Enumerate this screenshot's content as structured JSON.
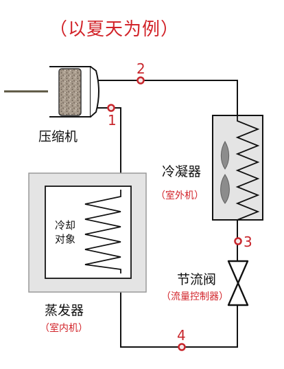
{
  "title": "（以夏天为例）",
  "components": {
    "compressor": "压缩机",
    "condenser": "冷凝器",
    "condenser_note": "（室外机）",
    "evaporator": "蒸发器",
    "evaporator_note": "（室内机）",
    "throttle": "节流阀",
    "throttle_note": "（流量控制器）",
    "cooling_object": "冷却对象"
  },
  "points": [
    "1",
    "2",
    "3",
    "4"
  ],
  "colors": {
    "title": "#d2242a",
    "notes": "#d2242a",
    "points": "#c8262c",
    "pipe": "#111111",
    "box_gray": "#e4e4e4",
    "compressor_fill": "#a79a8b"
  }
}
